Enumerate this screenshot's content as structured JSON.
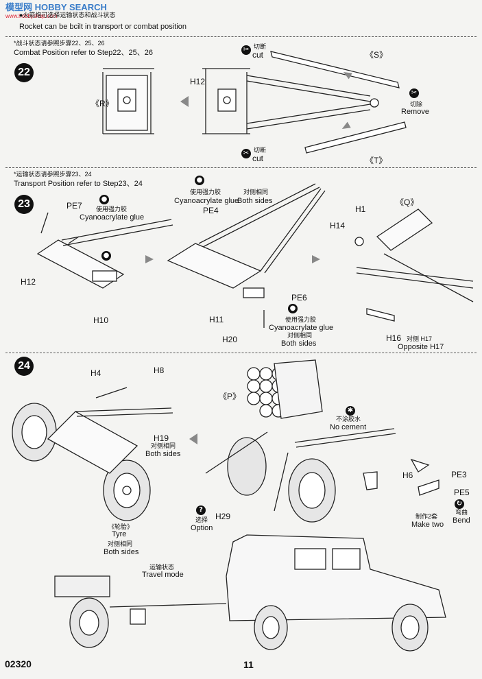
{
  "watermark": {
    "cn": "模型网",
    "brand": "HOBBY SEARCH",
    "url": "www.hobbyshop.com"
  },
  "header": {
    "note_cn": "●火箭炮可选择运输状态和战斗状态",
    "note_en": "Rocket can be bcilt in transport or combat position"
  },
  "step22": {
    "number": "22",
    "ref_cn": "*战斗状态请参照步骤22、25、26",
    "ref_en": "Combat Position refer to Step22、25、26",
    "labels": {
      "r": "《R》",
      "s": "《S》",
      "t": "《T》",
      "h12": "H12",
      "cut_cn_top": "切断",
      "cut_en_top": "cut",
      "cut_cn_bottom": "切断",
      "cut_en_bottom": "cut",
      "remove_cn": "切除",
      "remove_en": "Remove"
    }
  },
  "step23": {
    "number": "23",
    "ref_cn": "*运输状态请参照步骤23、24",
    "ref_en": "Transport Position refer to Step23、24",
    "labels": {
      "pe7": "PE7",
      "glue_cn_left": "使用强力胶",
      "glue_en_left": "Cyanoacrylate glue",
      "h12": "H12",
      "h10": "H10",
      "glue_cn_mid": "使用强力胶",
      "glue_en_mid": "Cyanoacrylate glue",
      "both_cn_mid": "对侧相同",
      "both_en_mid": "Both sides",
      "pe4": "PE4",
      "pe6": "PE6",
      "h11": "H11",
      "h20": "H20",
      "glue_cn_low": "使用强力胶",
      "glue_en_low": "Cyanoacrylate glue",
      "both_cn_low": "对侧相同",
      "both_en_low": "Both sides",
      "h1": "H1",
      "h14": "H14",
      "q": "《Q》",
      "h16": "H16",
      "opp_cn": "对侧 H17",
      "opp_en": "Opposite H17"
    }
  },
  "step24": {
    "number": "24",
    "labels": {
      "h4": "H4",
      "h8": "H8",
      "h19": "H19",
      "both_cn_h19": "对侧相同",
      "both_en_h19": "Both sides",
      "tyre_cn": "《轮胎》",
      "tyre_en": "Tyre",
      "both_cn_tyre": "对侧相同",
      "both_en_tyre": "Both sides",
      "p": "《P》",
      "nocement_cn": "不涂胶水",
      "nocement_en": "No cement",
      "h29": "H29",
      "option_cn": "选择",
      "option_en": "Option",
      "h6": "H6",
      "pe3": "PE3",
      "pe5": "PE5",
      "make_cn": "制作2套",
      "make_en": "Make two",
      "bend_cn": "弯曲",
      "bend_en": "Bend",
      "travel_cn": "运输状态",
      "travel_en": "Travel mode"
    }
  },
  "footer": {
    "code": "02320",
    "page": "11"
  }
}
